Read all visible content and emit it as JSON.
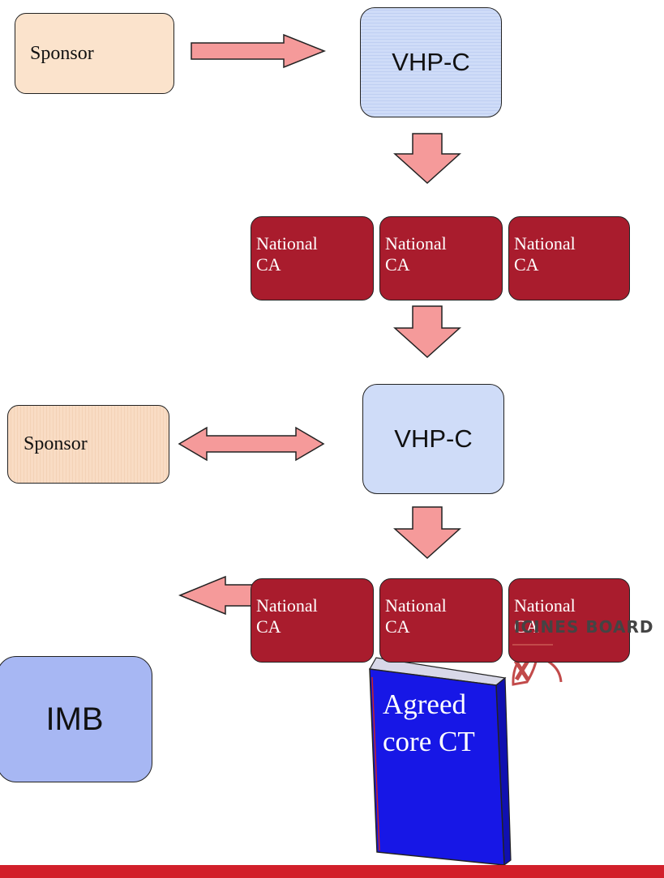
{
  "row1": {
    "sponsor": "Sponsor",
    "vhp": "VHP-C"
  },
  "national_ca_top": [
    {
      "line1": "National",
      "line2": "CA"
    },
    {
      "line1": "National",
      "line2": "CA"
    },
    {
      "line1": "National",
      "line2": "CA"
    }
  ],
  "row2": {
    "sponsor": "Sponsor",
    "vhp": "VHP-C"
  },
  "national_ca_bottom": [
    {
      "line1": "National",
      "line2": "CA"
    },
    {
      "line1": "National",
      "line2": "CA"
    },
    {
      "line1": "National",
      "line2": "CA"
    }
  ],
  "bottom": {
    "imb": "IMB",
    "book_line1": "Agreed",
    "book_line2": "core CT",
    "logo_text": "ICINES BOARD"
  },
  "colors": {
    "arrow_fill": "#f59a9a",
    "national_ca": "#a91c2d",
    "vhp": "#cfdcf8",
    "sponsor": "#fbe3cc",
    "imb": "#a7b7f3",
    "book": "#1717e6",
    "brand_red": "#d21f2a"
  }
}
